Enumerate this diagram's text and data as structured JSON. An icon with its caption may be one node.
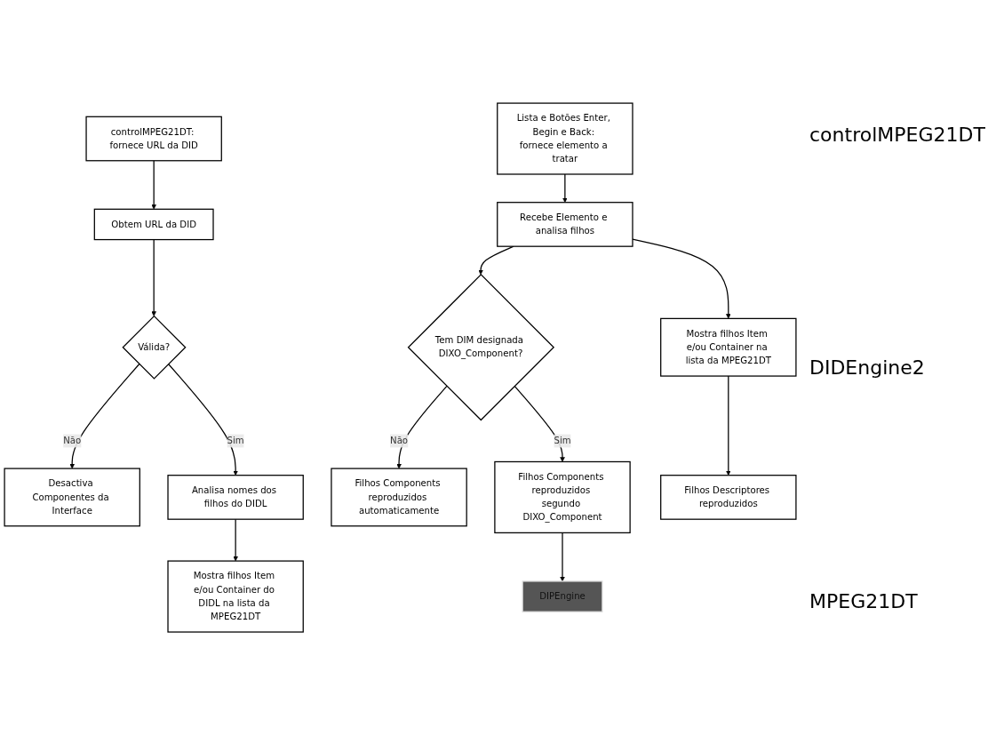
{
  "diagram": {
    "nodes": [
      {
        "text": [
          "controlMPEG21DT: fornece URL da DID"
        ]
      },
      {
        "text": [
          "Desactiva Componentes da Interface"
        ]
      },
      {
        "text": [
          "Obtem URL da DID"
        ]
      },
      {
        "text": [
          "Válida?"
        ]
      },
      {
        "text": [
          "Filhos Components reproduzidos segundo DIXO_Component"
        ]
      },
      {
        "text": [
          "DIPEngine"
        ]
      },
      {
        "text": [
          "Filhos Components reproduzidos automaticamente"
        ]
      },
      {
        "text": [
          "Tem DIM designada DIXO_Component?"
        ]
      },
      {
        "text": [
          "Analisa nomes dos filhos do DIDL"
        ]
      },
      {
        "text": [
          "Mostra filhos Item e/ou Container do DIDL na lista da MPEG21DT"
        ]
      },
      {
        "text": [
          "Recebe Elemento e analisa filhos"
        ]
      },
      {
        "text": [
          "Mostra filhos Item e/ou Container na lista da MPEG21DT"
        ]
      },
      {
        "text": [
          "Filhos Descriptores reproduzidos"
        ]
      },
      {
        "text": [
          "Lista e Botões Enter, Begin e Back: fornece elemento a tratar"
        ]
      }
    ],
    "edges": [
      {
        "from": 0,
        "to": 2,
        "arrow": "to"
      },
      {
        "from": 2,
        "to": 3,
        "arrow": "to"
      },
      {
        "from": 3,
        "to": 1,
        "label": "Não",
        "arrow": "to"
      },
      {
        "from": 3,
        "to": 8,
        "label": "Sim",
        "arrow": "to"
      },
      {
        "from": 8,
        "to": 9,
        "arrow": "to"
      },
      {
        "from": 13,
        "to": 10,
        "arrow": "to"
      },
      {
        "from": 10,
        "to": 7,
        "arrow": "to"
      },
      {
        "from": 7,
        "to": 4,
        "label": "Sim",
        "arrow": "to"
      },
      {
        "from": 7,
        "to": 6,
        "label": "Não",
        "arrow": "to"
      },
      {
        "from": 4,
        "to": 5,
        "arrow": "to"
      },
      {
        "from": 10,
        "to": 11,
        "arrow": "to"
      },
      {
        "from": 11,
        "to": 12,
        "arrow": "to"
      }
    ],
    "labels": [
      "controlMPEG21DT",
      "DIDEngine2",
      "MPEG21DT"
    ]
  }
}
